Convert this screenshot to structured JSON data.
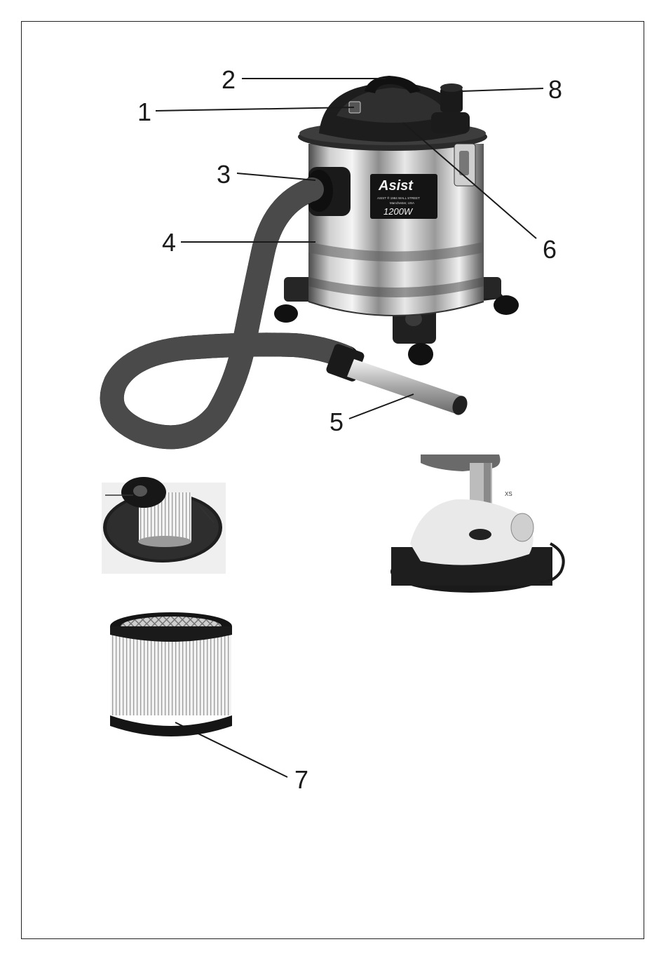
{
  "callouts": {
    "c1": "1",
    "c2": "2",
    "c3": "3",
    "c4": "4",
    "c5": "5",
    "c6": "6",
    "c7": "7",
    "c8": "8"
  },
  "product": {
    "brand": "Asist",
    "address_line1": "ASIST ® 1984 WALL STREET",
    "address_line2": "Manchester, USA",
    "power": "1200W"
  },
  "insert_label": "XS",
  "colors": {
    "frame": "#222222",
    "dark_plastic": "#1c1c1c",
    "steel_light": "#e6e6e6",
    "steel_dark": "#6e6e6e"
  },
  "icons": [
    "vacuum-illustration",
    "filter-cover-photo",
    "filter-insert-photo",
    "cartridge-filter-photo"
  ]
}
